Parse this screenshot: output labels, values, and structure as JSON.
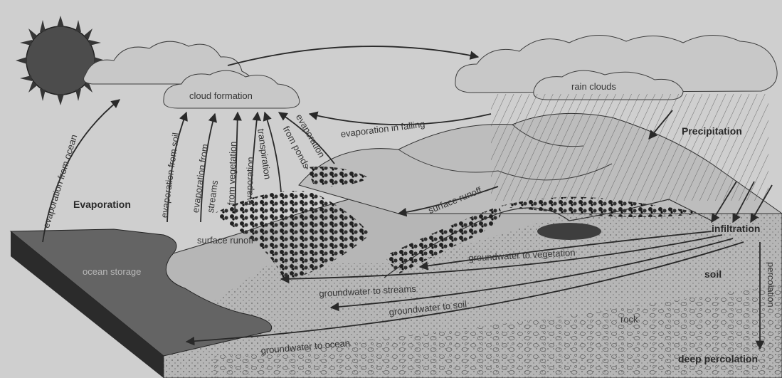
{
  "diagram": {
    "sections": {
      "evaporation": "Evaporation",
      "precipitation": "Precipitation"
    },
    "clouds": {
      "formation": "cloud formation",
      "rain": "rain clouds"
    },
    "arrows": {
      "from_ocean": "evaporation from ocean",
      "from_soil": "evaporation from soil",
      "from_streams_1": "evaporation from",
      "from_streams_2": "streams",
      "from_vegetation_1": "evaporation",
      "from_vegetation_2": "from vegetation",
      "transpiration": "transpiration",
      "from_ponds_1": "evaporation",
      "from_ponds_2": "from ponds",
      "in_falling": "evaporation in falling"
    },
    "ground": {
      "surface_runoff_1": "surface runoff",
      "surface_runoff_2": "surface runoff",
      "infiltration": "infiltration",
      "soil": "soil",
      "percolation": "percolation",
      "rock": "rock",
      "deep_percolation": "deep percolation",
      "ocean_storage": "ocean storage",
      "gw_vegetation": "groundwater to vegetation",
      "gw_streams": "groundwater to streams",
      "gw_soil": "groundwater to soil",
      "gw_ocean": "groundwater to ocean"
    }
  },
  "colors": {
    "background": "#f4f4f4",
    "ocean": "#6f6f6f",
    "ocean_front": "#2c2c2c",
    "soil": "#cfcfcf",
    "line": "#2a2a2a"
  }
}
